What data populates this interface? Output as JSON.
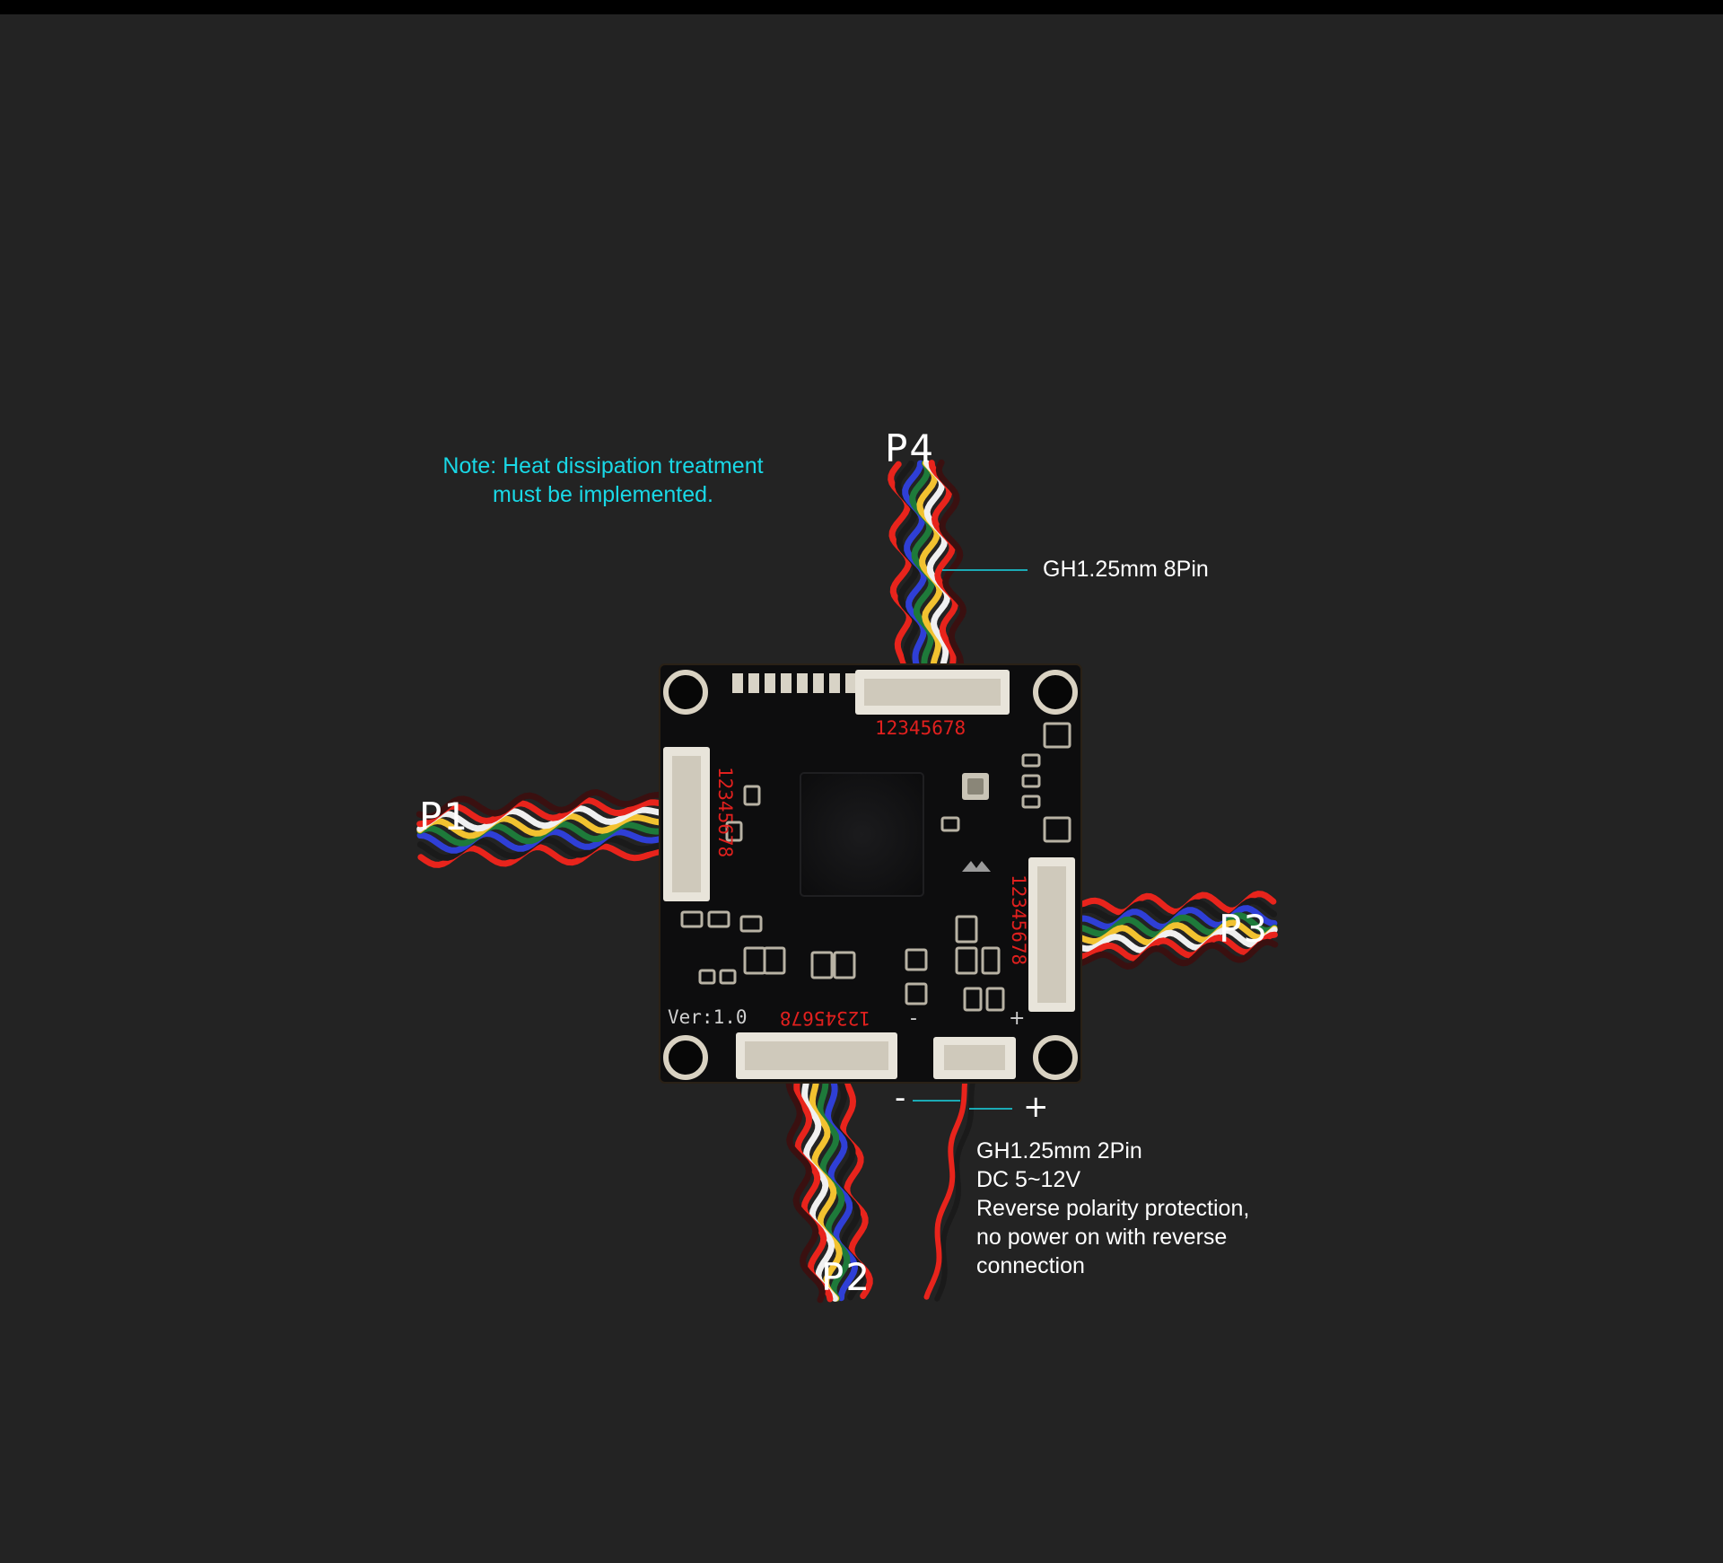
{
  "note": {
    "line1": "Note: Heat dissipation treatment",
    "line2": "must be implemented."
  },
  "ports": {
    "p1": "P1",
    "p2": "P2",
    "p3": "P3",
    "p4": "P4"
  },
  "connector_8pin": {
    "label": "GH1.25mm 8Pin",
    "pin_numbers": "12345678"
  },
  "power": {
    "minus": "-",
    "plus": "+",
    "lines": [
      "GH1.25mm 2Pin",
      "DC 5~12V",
      "Reverse polarity protection,",
      "no power on with reverse",
      "connection"
    ],
    "board_minus": "-",
    "board_plus": "+"
  },
  "board": {
    "version": "Ver:1.0"
  },
  "colors": {
    "background": "#232323",
    "top_bar": "#000000",
    "note": "#19d8e6",
    "leader_line": "#19d8e6",
    "pcb": "#0d0d0e",
    "pin_numbers": "#e0201e",
    "wire_colors": [
      "#e8241c",
      "#1a1a1a",
      "#2f3fd6",
      "#1e7a3a",
      "#f2c230",
      "#f0f0f0",
      "#e8241c",
      "#3a1010"
    ]
  }
}
